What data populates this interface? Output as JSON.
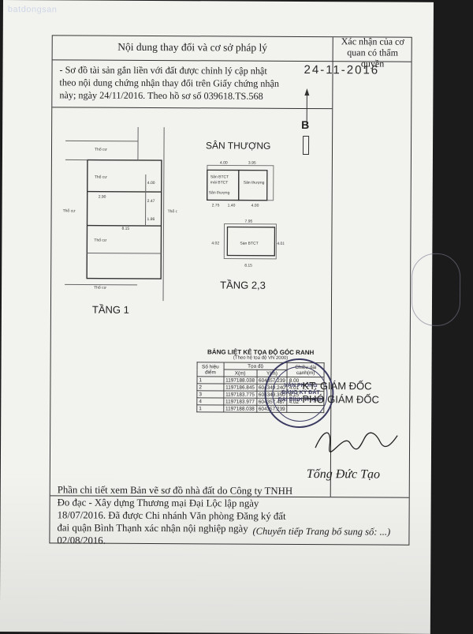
{
  "watermark": "batdongsan",
  "header": {
    "left_title": "Nội dung thay đổi và cơ sở pháp lý",
    "right_title": "Xác nhận của cơ quan có thẩm quyền"
  },
  "stamp_date": "24-11-2016",
  "note": "- Sơ đồ tài sản gắn liền với đất được chỉnh lý cập nhật theo nội dung chứng nhận thay đổi trên Giấy chứng nhận này; ngày 24/11/2016. Theo hồ sơ số 039618.TS.568",
  "north_label": "B",
  "plans": {
    "floor1_label": "TẦNG 1",
    "floor23_label": "TẦNG 2,3",
    "rooftop_label": "SÂN THƯỢNG"
  },
  "coord_table": {
    "title": "BẢNG LIỆT KÊ TỌA ĐỘ GÓC RANH",
    "subtitle": "(Theo hệ tọa độ VN 2000)",
    "headers": {
      "point": "Số hiệu điểm",
      "coord": "Tọa độ",
      "x": "X(m)",
      "y": "Y(m)",
      "length": "Chiều dài cạnh(m)"
    },
    "rows": [
      {
        "p": "1",
        "x": "1197188.038",
        "y": "604357.239",
        "l": "8.00"
      },
      {
        "p": "2",
        "x": "1197186.845",
        "y": "604349.240",
        "l": "4.01"
      },
      {
        "p": "3",
        "x": "1197183.775",
        "y": "604349.350",
        "l": "8.15"
      },
      {
        "p": "4",
        "x": "1197183.977",
        "y": "604357.487",
        "l": "4.02"
      },
      {
        "p": "1",
        "x": "1197188.038",
        "y": "604357.239",
        "l": ""
      }
    ]
  },
  "seal_text": "VĂN PHÒNG ĐĂNG KÝ ĐẤT ĐAI BÌNH THẠNH",
  "director": {
    "line1": "KT. GIÁM ĐỐC",
    "line2": "PHÓ GIÁM ĐỐC",
    "signer": "Tống Đức Tạo"
  },
  "footer": "Phần chi tiết xem Bản vẽ sơ đồ nhà đất do Công ty TNHH Đo đạc - Xây dựng Thương mại Đại Lộc lập ngày 18/07/2016. Đã được Chi nhánh Văn phòng Đăng ký đất đai quận Bình Thạnh xác nhận nội nghiệp ngày 02/08/2016.",
  "continuation": "(Chuyển tiếp Trang bổ sung số: ...)"
}
